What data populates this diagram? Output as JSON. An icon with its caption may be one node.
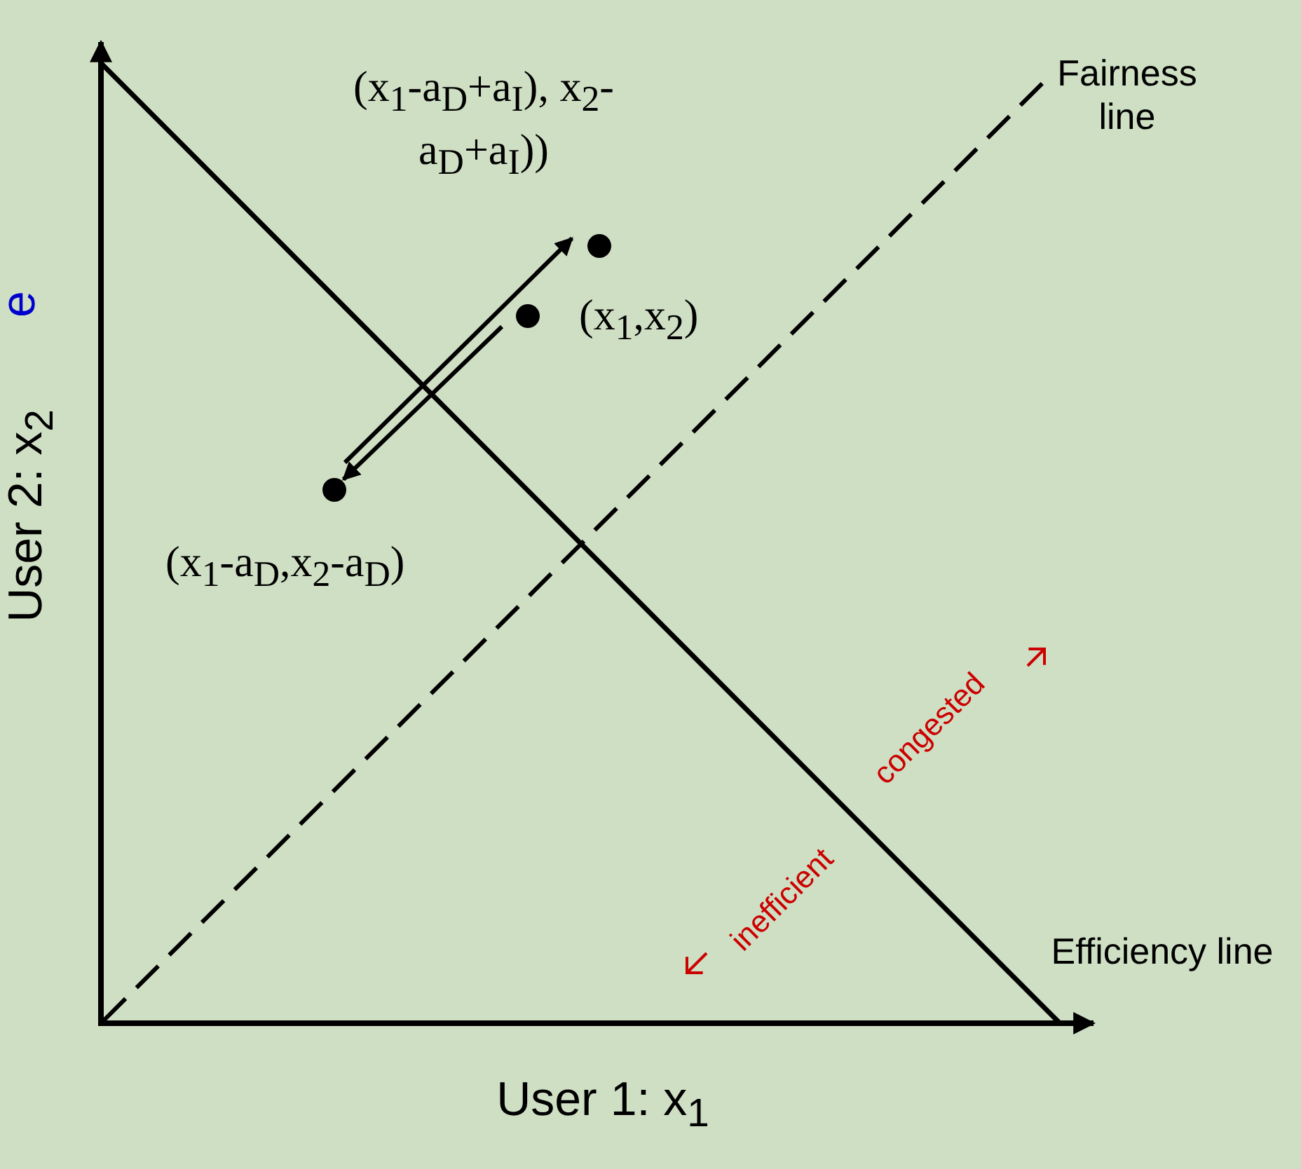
{
  "diagram": {
    "nodes": [
      {
        "text": [],
        "shape": "circle",
        "beside": [
          "(x$_{1}$-a$_{D}$+a$_{I}$), x$_{2}$-a$_{D}$+a$_{I}$))"
        ]
      },
      {
        "text": [],
        "shape": "circle",
        "beside": [
          "(x$_{1}$,x$_{2}$)"
        ]
      },
      {
        "text": [],
        "shape": "circle",
        "beside": [
          "(x$_{1}$-a$_{D}$,x$_{2}$-a$_{D}$)"
        ]
      }
    ],
    "edges": [
      {
        "from": 1,
        "to": 2,
        "arrow": "to"
      },
      {
        "from": 2,
        "to": 0,
        "arrow": "to"
      }
    ],
    "labels": [
      "e",
      "Fairness line",
      "User 2: x$_{2}$",
      "congested",
      "inefficient",
      "Efficiency line",
      "User 1: x$_{1}$"
    ]
  }
}
